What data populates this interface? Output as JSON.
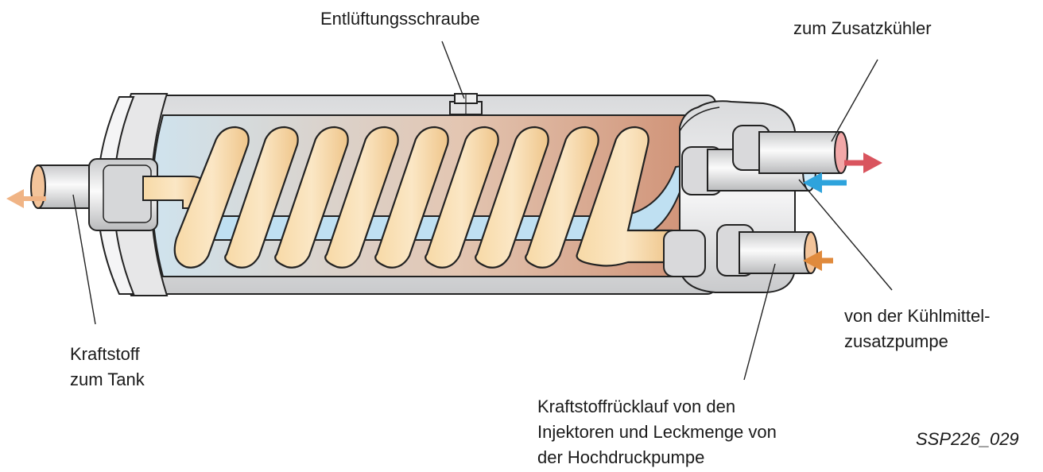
{
  "labels": {
    "vent_screw": "Entlüftungsschraube",
    "to_aux_cooler": "zum Zusatzkühler",
    "from_pump_line1": "von der Kühlmittel-",
    "from_pump_line2": "zusatzpumpe",
    "fuel_to_tank_line1": "Kraftstoff",
    "fuel_to_tank_line2": "zum Tank",
    "return_line1": "Kraftstoffrücklauf von den",
    "return_line2": "Injektoren und Leckmenge von",
    "return_line3": "der Hochdruckpumpe"
  },
  "reference": "SSP226_029",
  "colors": {
    "fuel": "#f3c98e",
    "coolant": "#bfe0f2",
    "hot_coolant": "#d48a6e",
    "arrow_red": "#d9545e",
    "arrow_blue": "#2ea3dc",
    "arrow_orange": "#e08a3c",
    "arrow_peach": "#f0b485"
  }
}
